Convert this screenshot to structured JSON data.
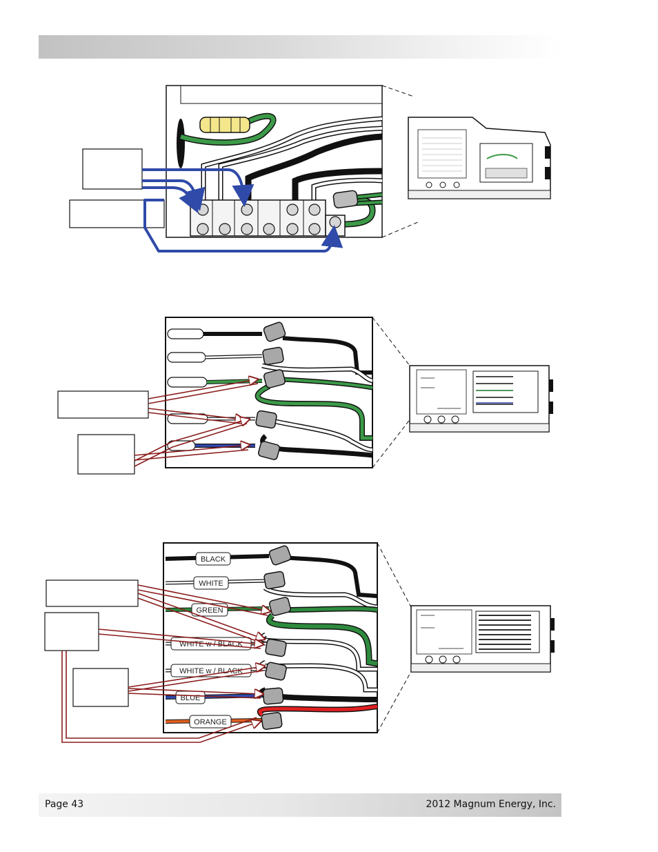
{
  "footer": {
    "page_label": "Page 43",
    "copyright": "2012 Magnum Energy, Inc."
  },
  "diagram3": {
    "wire_labels": [
      "BLACK",
      "WHITE",
      "GREEN",
      "WHITE w / BLACK",
      "WHITE w / BLACK",
      "BLUE",
      "ORANGE"
    ]
  },
  "colors": {
    "wire_blue": "#2f4aa8",
    "wire_green": "#2e8b3e",
    "wire_black": "#111111",
    "wire_red": "#e02020",
    "wire_orange": "#e06020",
    "arrow_red": "#8a1c1c",
    "connector_gray": "#a8a8a8"
  }
}
